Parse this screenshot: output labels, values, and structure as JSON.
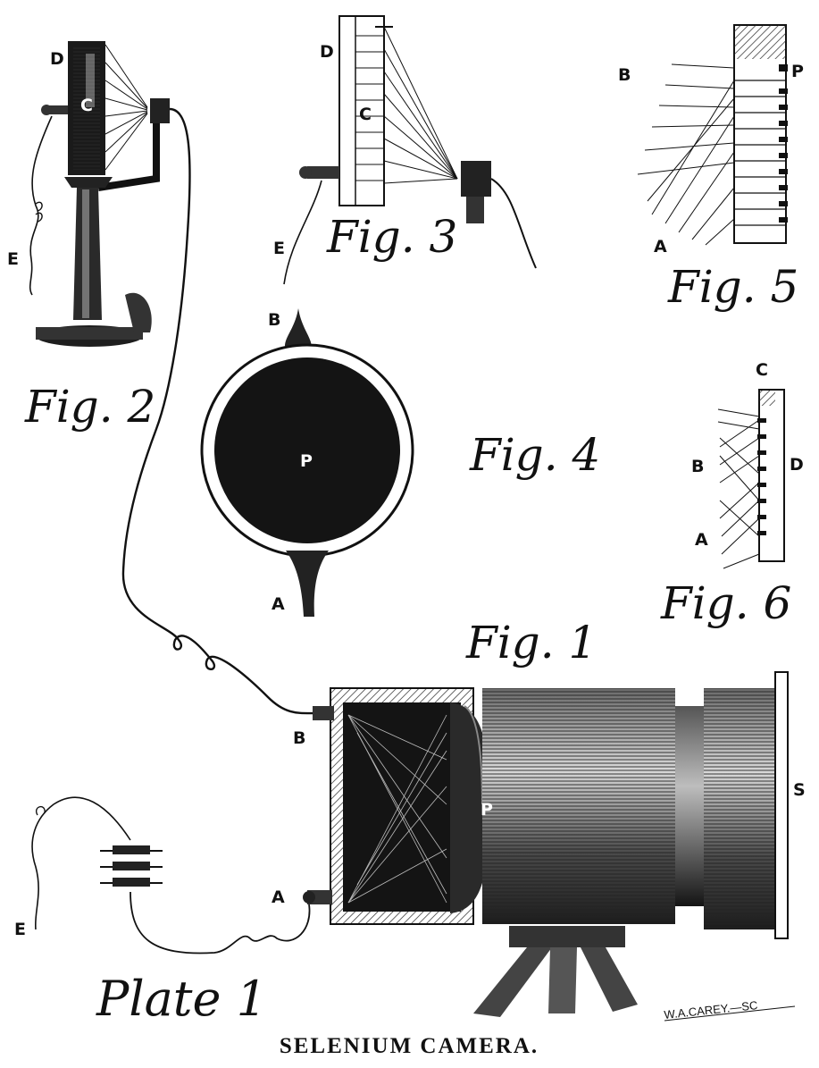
{
  "labels": {
    "fig2": {
      "D": "D",
      "C": "C",
      "E": "E",
      "title": "Fig. 2"
    },
    "fig3": {
      "D": "D",
      "C": "C",
      "E": "E",
      "title": "Fig. 3"
    },
    "fig5": {
      "B": "B",
      "P": "P",
      "A": "A",
      "title": "Fig. 5"
    },
    "fig4": {
      "B": "B",
      "P": "P",
      "A": "A",
      "title": "Fig. 4"
    },
    "fig6": {
      "C": "C",
      "B": "B",
      "D": "D",
      "A": "A",
      "title": "Fig. 6"
    },
    "fig1": {
      "B": "B",
      "P": "P",
      "S": "S",
      "A": "A",
      "E": "E",
      "title": "Fig. 1"
    }
  },
  "plate_title": "Plate 1",
  "caption": "SELENIUM CAMERA.",
  "engraver_signature": "W.A.CAREY.—SC"
}
